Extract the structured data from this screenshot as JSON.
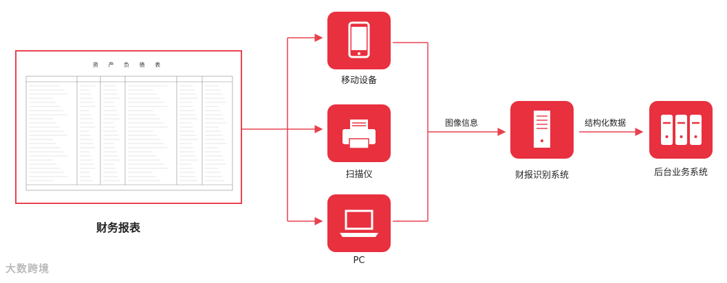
{
  "report": {
    "doc_title": "资 产 负 债 表",
    "caption": "财务报表"
  },
  "devices": {
    "mobile": {
      "label": "移动设备",
      "icon": "smartphone-icon"
    },
    "scanner": {
      "label": "扫描仪",
      "icon": "printer-scanner-icon"
    },
    "pc": {
      "label": "PC",
      "icon": "laptop-icon"
    }
  },
  "flow": {
    "image_info": "图像信息",
    "structured_data": "结构化数据"
  },
  "systems": {
    "recognition": {
      "label": "财报识别系统",
      "icon": "server-document-icon"
    },
    "backend": {
      "label": "后台业务系统",
      "icon": "server-rack-icon"
    }
  },
  "watermark": "大数跨境",
  "colors": {
    "accent": "#e8303f",
    "line": "#e8414e"
  }
}
